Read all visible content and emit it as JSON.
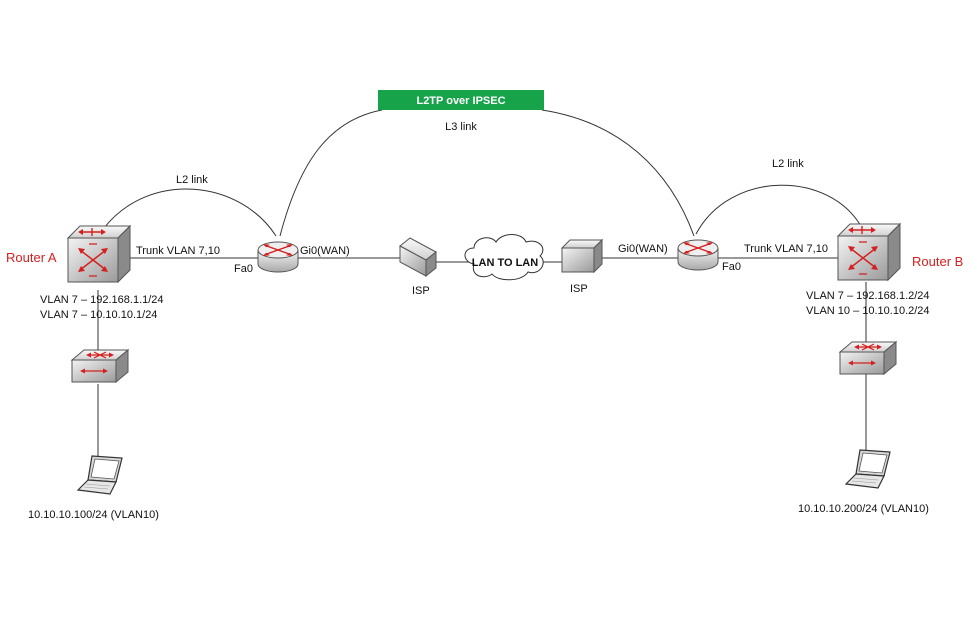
{
  "banner": {
    "label": "L2TP over IPSEC",
    "color": "#16a34a"
  },
  "l3_link_label": "L3 link",
  "cloud_label": "LAN TO LAN",
  "left": {
    "router_name": "Router A",
    "l2_link_label": "L2 link",
    "trunk_label": "Trunk VLAN 7,10",
    "fa_label": "Fa0",
    "gi_label": "Gi0(WAN)",
    "isp_label": "ISP",
    "vlan_line1": "VLAN 7 – 192.168.1.1/24",
    "vlan_line2": "VLAN 7 – 10.10.10.1/24",
    "host_label": "10.10.10.100/24 (VLAN10)"
  },
  "right": {
    "router_name": "Router B",
    "l2_link_label": "L2 link",
    "trunk_label": "Trunk VLAN 7,10",
    "fa_label": "Fa0",
    "gi_label": "Gi0(WAN)",
    "isp_label": "ISP",
    "vlan_line1": "VLAN 7 – 192.168.1.2/24",
    "vlan_line2": "VLAN 10 – 10.10.10.2/24",
    "host_label": "10.10.10.200/24 (VLAN10)"
  },
  "colors": {
    "router_name": "#d42020",
    "arrow": "#d42020"
  }
}
